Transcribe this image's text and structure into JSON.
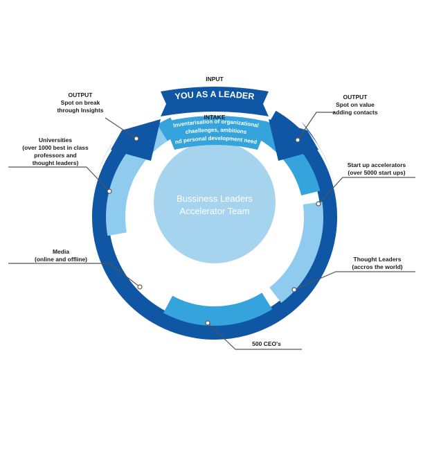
{
  "input_label": "INPUT",
  "intake_label": "INTAKE",
  "banner_title": "YOU AS A LEADER",
  "intake_lines": [
    "Inventarisation of organizational",
    "chaellenges, ambitions",
    "and personal development needs"
  ],
  "center_lines": [
    "Bussiness Leaders",
    "Accelerator Team"
  ],
  "output_left": {
    "heading": "OUTPUT",
    "lines": [
      "Spot on break",
      "through Insights"
    ]
  },
  "output_right": {
    "heading": "OUTPUT",
    "lines": [
      "Spot on value",
      "adding contacts"
    ]
  },
  "sources": {
    "universities": [
      "Universities",
      "(over 1000 best in class",
      "professors and",
      "thought leaders)"
    ],
    "media": [
      "Media",
      "(online and offline)"
    ],
    "ceos": [
      "500 CEO's"
    ],
    "thought_leaders": [
      "Thought Leaders",
      "(accros the world)"
    ],
    "startups": [
      "Start up accelerators",
      "(over 5000 start ups)"
    ]
  },
  "colors": {
    "dark_blue": "#0f56a5",
    "mid_blue": "#35a4dc",
    "light_blue": "#8ecbee",
    "center_circle": "#a6d4ef",
    "leader_line": "#555555"
  }
}
